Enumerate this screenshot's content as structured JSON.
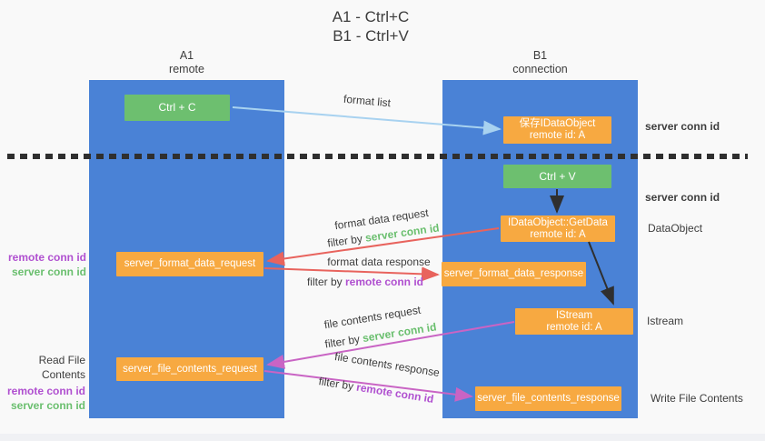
{
  "title": {
    "line1": "A1 - Ctrl+C",
    "line2": "B1 - Ctrl+V"
  },
  "lanes": {
    "left": {
      "name": "A1",
      "role": "remote"
    },
    "right": {
      "name": "B1",
      "role": "connection"
    }
  },
  "nodes": {
    "ctrl_c": {
      "label": "Ctrl + C"
    },
    "save_idataobject": {
      "line1": "保存IDataObject",
      "line2": "remote id: A"
    },
    "ctrl_v": {
      "label": "Ctrl + V"
    },
    "getdata": {
      "line1": "IDataObject::GetData",
      "line2": "remote id: A"
    },
    "istream": {
      "line1": "IStream",
      "line2": "remote id: A"
    },
    "server_format_data_request": {
      "label": "server_format_data_request"
    },
    "server_format_data_response": {
      "label": "server_format_data_response"
    },
    "server_file_contents_request": {
      "label": "server_file_contents_request"
    },
    "server_file_contents_response": {
      "label": "server_file_contents_response"
    }
  },
  "edges": {
    "format_list": {
      "label": "format list"
    },
    "format_data_request": {
      "label": "format data request",
      "filter": "filter by",
      "key": "server conn id"
    },
    "format_data_response": {
      "label": "format data response",
      "filter": "filter by",
      "key": "remote conn id"
    },
    "file_contents_request": {
      "label": "file contents request",
      "filter": "filter by",
      "key": "server conn id"
    },
    "file_contents_response": {
      "label": "file contents response",
      "filter": "filter by",
      "key": "remote conn id"
    }
  },
  "annotations": {
    "left_mid": {
      "remote": "remote conn id",
      "server": "server conn id"
    },
    "left_bottom": {
      "title": "Read File Contents",
      "remote": "remote conn id",
      "server": "server conn id"
    },
    "right_server_conn_top": "server conn id",
    "right_server_conn_mid": "server conn id",
    "right_dataobject": "DataObject",
    "right_istream": "Istream",
    "right_write": "Write File Contents"
  },
  "colors": {
    "column_blue": "#4a82d6",
    "box_green": "#6dbf6f",
    "box_orange": "#f7a941",
    "text_green": "#6abf6e",
    "text_purple": "#b050d0",
    "arrow_lightblue": "#a8d2f0",
    "arrow_red": "#e8635d",
    "arrow_magenta": "#c964c4",
    "arrow_black": "#2f2f2f"
  }
}
